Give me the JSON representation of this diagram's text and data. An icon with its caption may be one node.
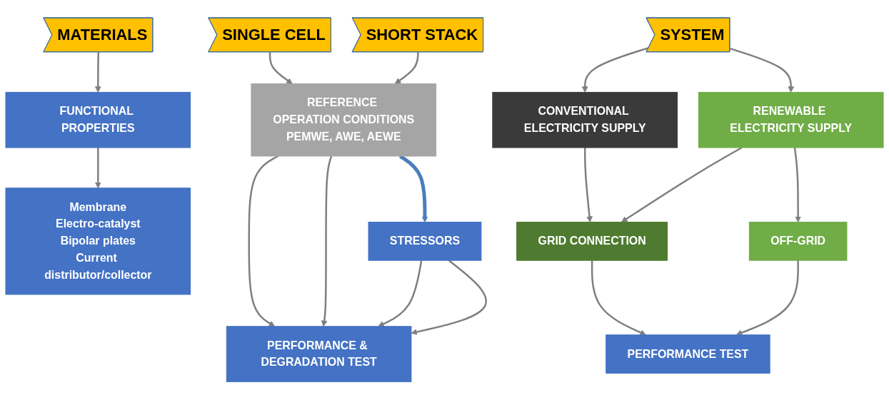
{
  "diagram": {
    "nodes": [
      {
        "text": [
          "MATERIALS"
        ]
      },
      {
        "text": [
          "SINGLE CELL"
        ]
      },
      {
        "text": [
          "SHORT STACK"
        ]
      },
      {
        "text": [
          "SYSTEM"
        ]
      },
      {
        "text": [
          "FUNCTIONAL PROPERTIES"
        ]
      },
      {
        "text": [
          "Membrane",
          "Electro-catalyst",
          "Bipolar plates",
          "Current distributor/collector"
        ]
      },
      {
        "text": [
          "REFERENCE OPERATION CONDITIONS",
          "PEMWE, AWE, AEWE"
        ]
      },
      {
        "text": [
          "CONVENTIONAL ELECTRICITY SUPPLY"
        ]
      },
      {
        "text": [
          "RENEWABLE ELECTRICITY SUPPLY"
        ]
      },
      {
        "text": [
          "STRESSORS"
        ]
      },
      {
        "text": [
          "GRID CONNECTION"
        ]
      },
      {
        "text": [
          "OFF-GRID"
        ]
      },
      {
        "text": [
          "PERFORMANCE & DEGRADATION TEST"
        ]
      },
      {
        "text": [
          "PERFORMANCE TEST"
        ]
      }
    ],
    "edges": [
      {
        "from": 0,
        "to": 4,
        "arrow": "to"
      },
      {
        "from": 4,
        "to": 5,
        "arrow": "to"
      },
      {
        "from": 1,
        "to": 6,
        "arrow": "to"
      },
      {
        "from": 2,
        "to": 6,
        "arrow": "to"
      },
      {
        "from": 3,
        "to": 7,
        "arrow": "to"
      },
      {
        "from": 3,
        "to": 8,
        "arrow": "to"
      },
      {
        "from": 6,
        "to": 9,
        "arrow": "to",
        "style": "thick",
        "color": "#4a7ebb"
      },
      {
        "from": 6,
        "to": 12,
        "arrow": "to"
      },
      {
        "from": 6,
        "to": 12,
        "arrow": "to"
      },
      {
        "from": 9,
        "to": 12,
        "arrow": "to"
      },
      {
        "from": 9,
        "to": 12,
        "arrow": "to"
      },
      {
        "from": 7,
        "to": 10,
        "arrow": "to"
      },
      {
        "from": 8,
        "to": 10,
        "arrow": "to"
      },
      {
        "from": 8,
        "to": 11,
        "arrow": "to"
      },
      {
        "from": 10,
        "to": 13,
        "arrow": "to"
      },
      {
        "from": 11,
        "to": 13,
        "arrow": "to"
      }
    ]
  }
}
